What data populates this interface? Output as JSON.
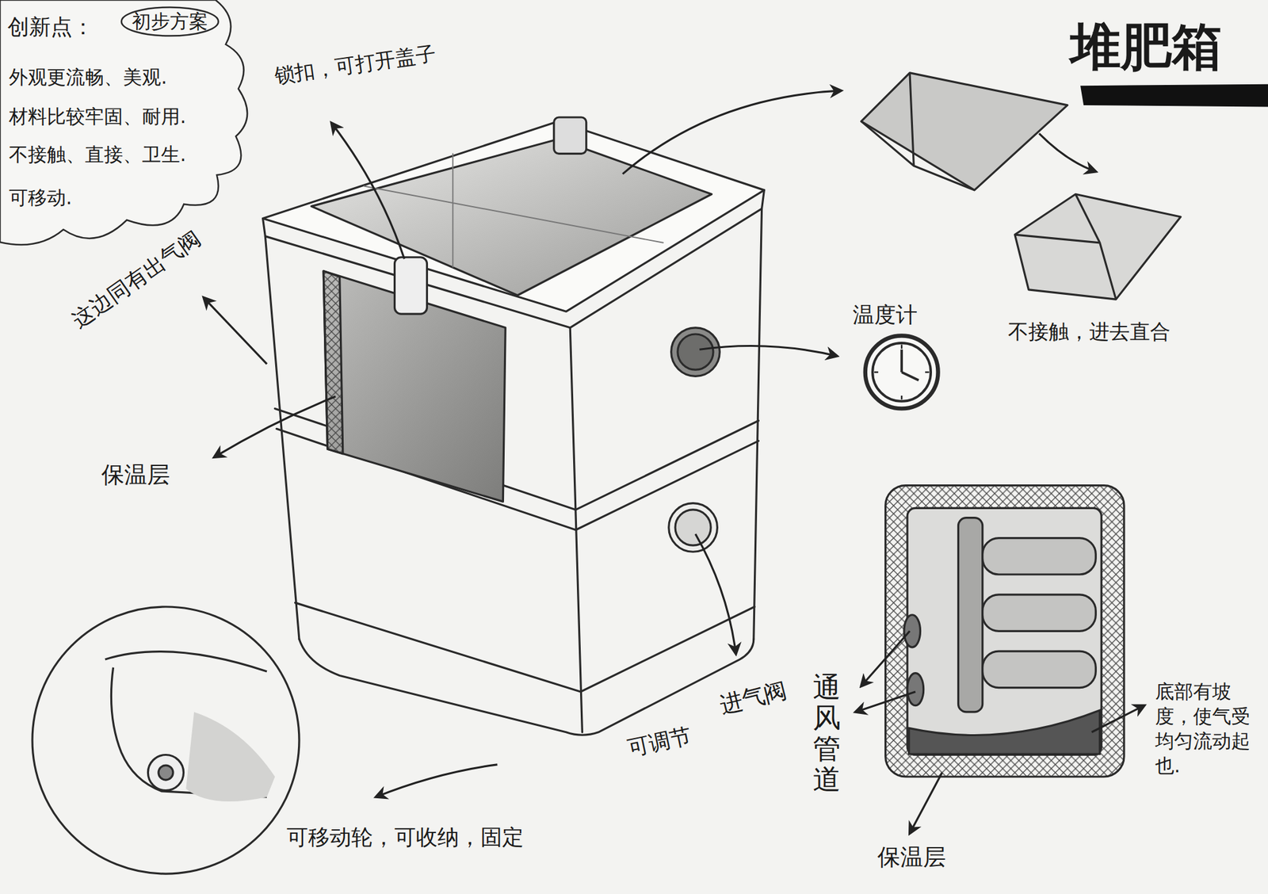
{
  "diagram": {
    "title": "堆肥箱",
    "nodes": [
      {
        "text": [
          "创新点：",
          "外观更流畅、美观.",
          "材料比较牢固、耐用.",
          "不接触、直接、卫生.",
          "可移动."
        ]
      },
      {
        "text": [
          "初步方案"
        ],
        "in": 0
      }
    ],
    "labels": [
      "锁扣，可打开盖子",
      "这边同有出气阀",
      "保温层",
      "温度计",
      "不接触，进去直合",
      "进气阀",
      "可调节",
      "可移动轮，可收纳，固定",
      "通风管道",
      "底部有坡度，使气受均匀流动起也.",
      "保温层"
    ]
  }
}
